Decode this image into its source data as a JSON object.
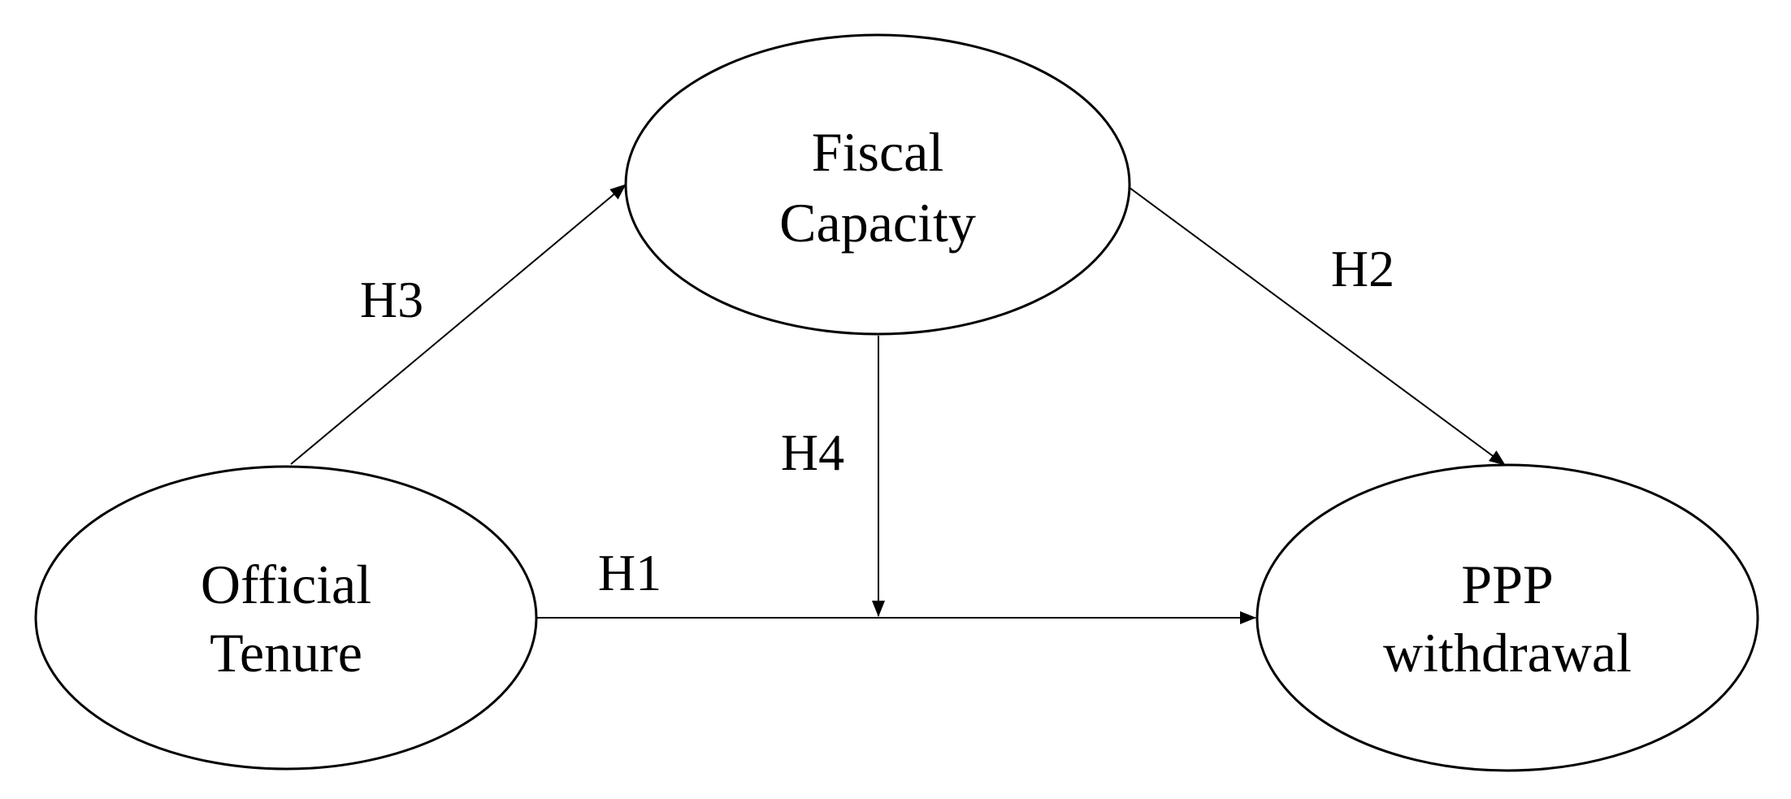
{
  "nodes": {
    "fiscal_capacity": {
      "line1": "Fiscal",
      "line2": "Capacity"
    },
    "official_tenure": {
      "line1": "Official",
      "line2": "Tenure"
    },
    "ppp_withdrawal": {
      "line1": "PPP",
      "line2": "withdrawal"
    }
  },
  "edges": {
    "h1": {
      "label": "H1",
      "from": "Official Tenure",
      "to": "PPP withdrawal"
    },
    "h2": {
      "label": "H2",
      "from": "Fiscal Capacity",
      "to": "PPP withdrawal"
    },
    "h3": {
      "label": "H3",
      "from": "Official Tenure",
      "to": "Fiscal Capacity"
    },
    "h4": {
      "label": "H4",
      "from": "Fiscal Capacity",
      "to": "H1"
    }
  }
}
